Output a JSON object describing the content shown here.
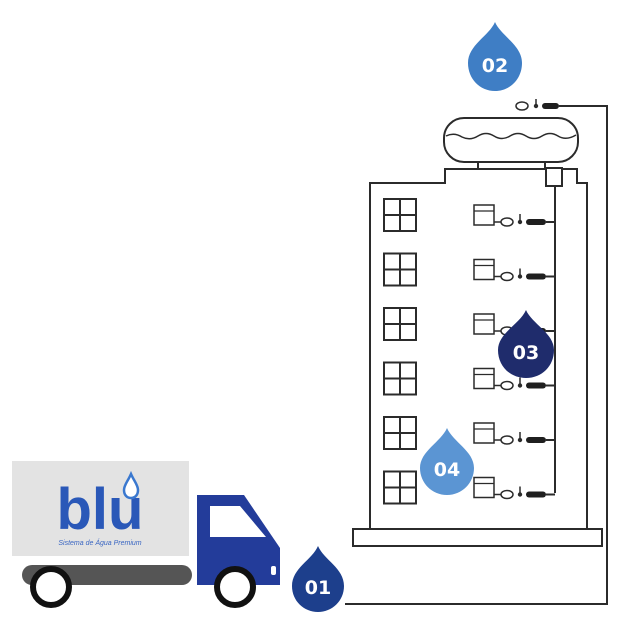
{
  "colors": {
    "truck_blue": "#233c9a",
    "drop_01": "#1d3f8c",
    "drop_02": "#3f7ec5",
    "drop_03": "#1f2c6c",
    "drop_04": "#5b95d3",
    "logo_box": "#e3e3e3",
    "line": "#2b2b2b"
  },
  "logo": {
    "word": "blu",
    "tagline": "Sistema de Água Premium"
  },
  "markers": [
    {
      "id": "01",
      "label": "01"
    },
    {
      "id": "02",
      "label": "02"
    },
    {
      "id": "03",
      "label": "03"
    },
    {
      "id": "04",
      "label": "04"
    }
  ],
  "building": {
    "floors": 6,
    "windows_per_floor": 1,
    "meters_per_floor": 1
  }
}
